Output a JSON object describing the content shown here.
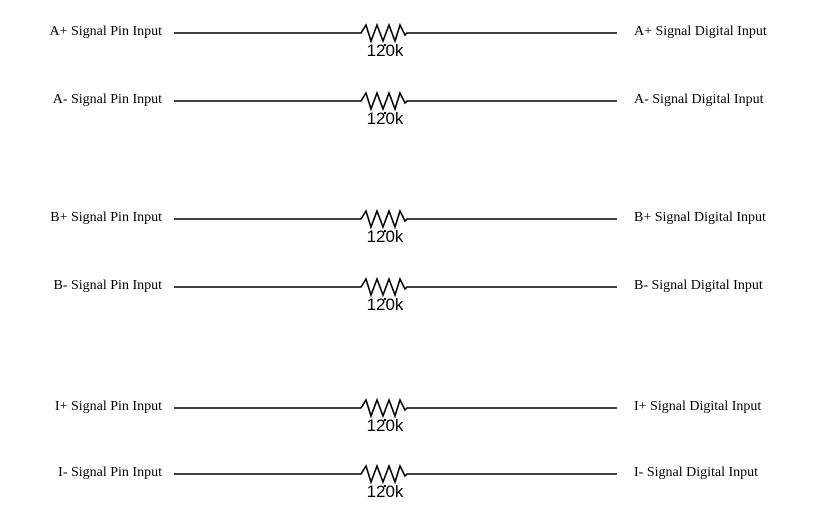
{
  "rows": [
    {
      "left": "A+ Signal Pin Input",
      "right": "A+ Signal Digital Input",
      "value": "120k"
    },
    {
      "left": "A- Signal Pin Input",
      "right": "A- Signal Digital Input",
      "value": "120k"
    },
    {
      "left": "B+ Signal Pin Input",
      "right": "B+ Signal Digital Input",
      "value": "120k"
    },
    {
      "left": "B- Signal Pin Input",
      "right": "B- Signal Digital Input",
      "value": "120k"
    },
    {
      "left": "I+ Signal Pin Input",
      "right": "I+ Signal Digital Input",
      "value": "120k"
    },
    {
      "left": "I- Signal Pin Input",
      "right": "I- Signal Digital Input",
      "value": "120k"
    }
  ]
}
